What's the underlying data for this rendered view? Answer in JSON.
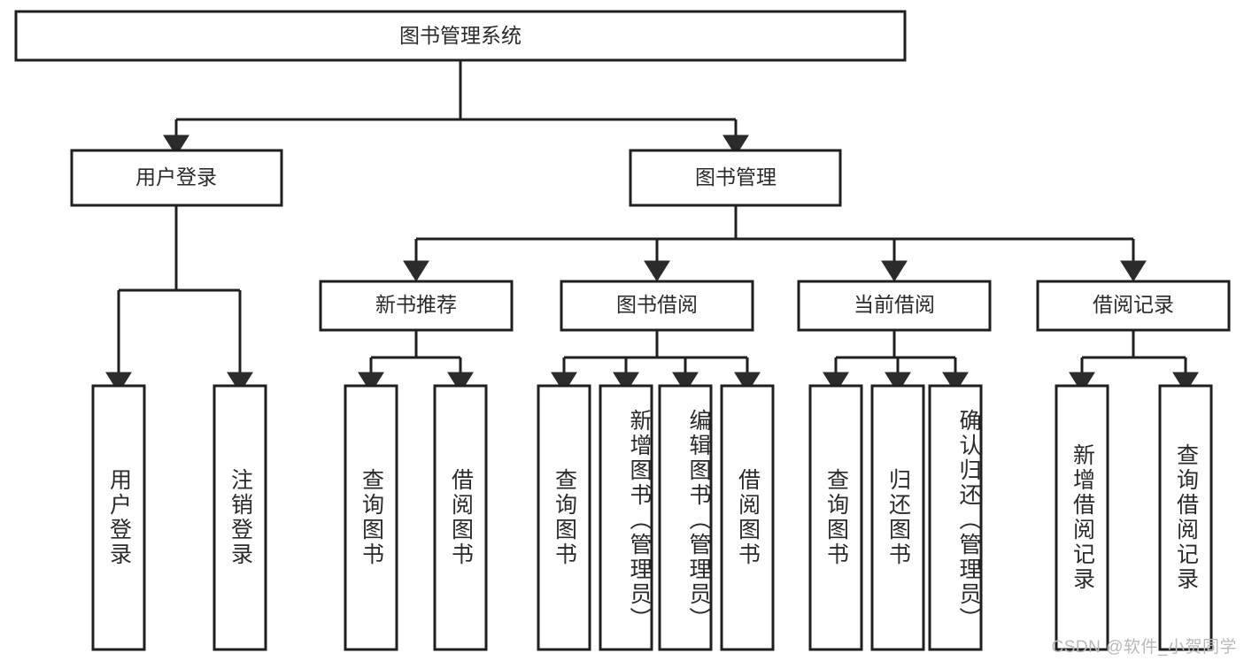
{
  "diagram": {
    "title": "图书管理系统",
    "type": "tree-hierarchy",
    "orientation": "top-down",
    "style": {
      "box_fill": "#ffffff",
      "box_stroke": "#1f1f1f",
      "line_color": "#1f1f1f",
      "text_color": "#2a2a2a",
      "background": "#ffffff"
    }
  },
  "root": {
    "label": "图书管理系统"
  },
  "level2": [
    {
      "label": "用户登录"
    },
    {
      "label": "图书管理"
    }
  ],
  "level3": [
    {
      "label": "新书推荐"
    },
    {
      "label": "图书借阅"
    },
    {
      "label": "当前借阅"
    },
    {
      "label": "借阅记录"
    }
  ],
  "leaves": {
    "user_login": [
      {
        "label": "用户登录"
      },
      {
        "label": "注销登录"
      }
    ],
    "new_book_recommend": [
      {
        "label": "查询图书"
      },
      {
        "label": "借阅图书"
      }
    ],
    "book_borrow": [
      {
        "label": "查询图书"
      },
      {
        "label": "新增图书（管理员）"
      },
      {
        "label": "编辑图书（管理员）"
      },
      {
        "label": "借阅图书"
      }
    ],
    "current_borrow": [
      {
        "label": "查询图书"
      },
      {
        "label": "归还图书"
      },
      {
        "label": "确认归还（管理员）"
      }
    ],
    "borrow_record": [
      {
        "label": "新增借阅记录"
      },
      {
        "label": "查询借阅记录"
      }
    ]
  },
  "watermark": {
    "text": "CSDN @软件_小贺同学"
  }
}
